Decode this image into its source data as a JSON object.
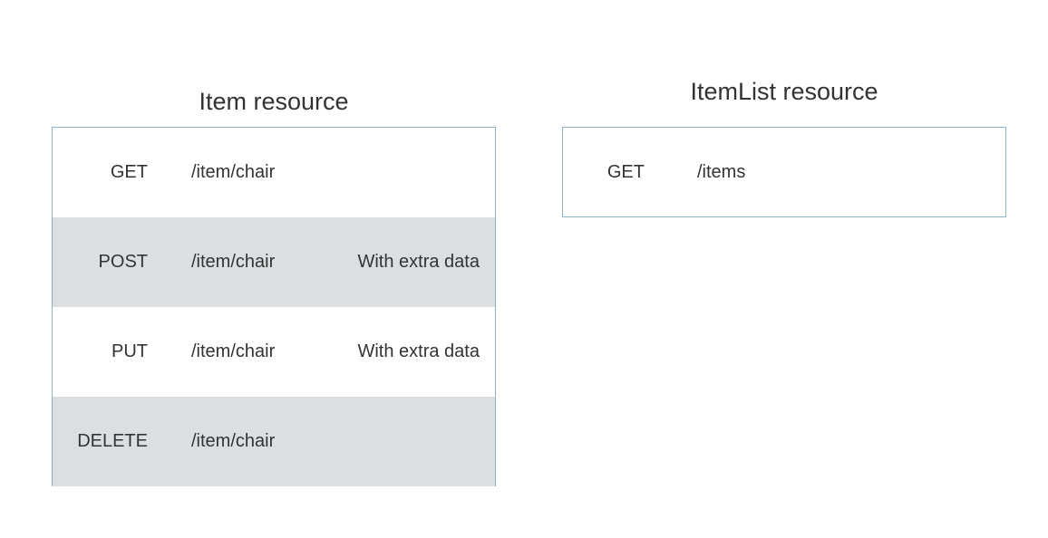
{
  "item_resource": {
    "title": "Item resource",
    "rows": [
      {
        "method": "GET",
        "path": "/item/chair",
        "note": ""
      },
      {
        "method": "POST",
        "path": "/item/chair",
        "note": "With extra data"
      },
      {
        "method": "PUT",
        "path": "/item/chair",
        "note": "With extra data"
      },
      {
        "method": "DELETE",
        "path": "/item/chair",
        "note": ""
      }
    ]
  },
  "itemlist_resource": {
    "title": "ItemList resource",
    "rows": [
      {
        "method": "GET",
        "path": "/items"
      }
    ]
  },
  "colors": {
    "border": "#8db3c9",
    "shaded_row": "#dcdfe1",
    "text": "#333333"
  }
}
